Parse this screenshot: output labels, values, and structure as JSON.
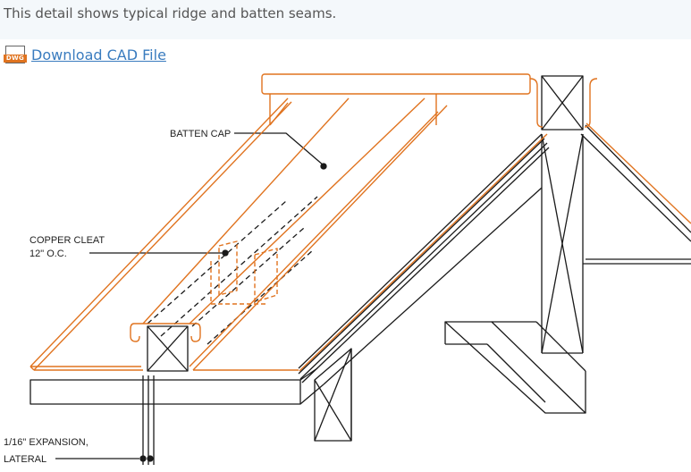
{
  "caption": "This detail shows typical ridge and batten seams.",
  "download": {
    "icon_text": "DWG",
    "link_text": "Download CAD File"
  },
  "labels": {
    "batten_cap": "BATTEN CAP",
    "copper_cleat_1": "COPPER CLEAT",
    "copper_cleat_2": "12\" O.C.",
    "expansion_1": "1/16\" EXPANSION,",
    "expansion_2": "LATERAL"
  },
  "colors": {
    "copper": "#e0731f",
    "line": "#1a1a1a",
    "link": "#3a7cbf"
  }
}
